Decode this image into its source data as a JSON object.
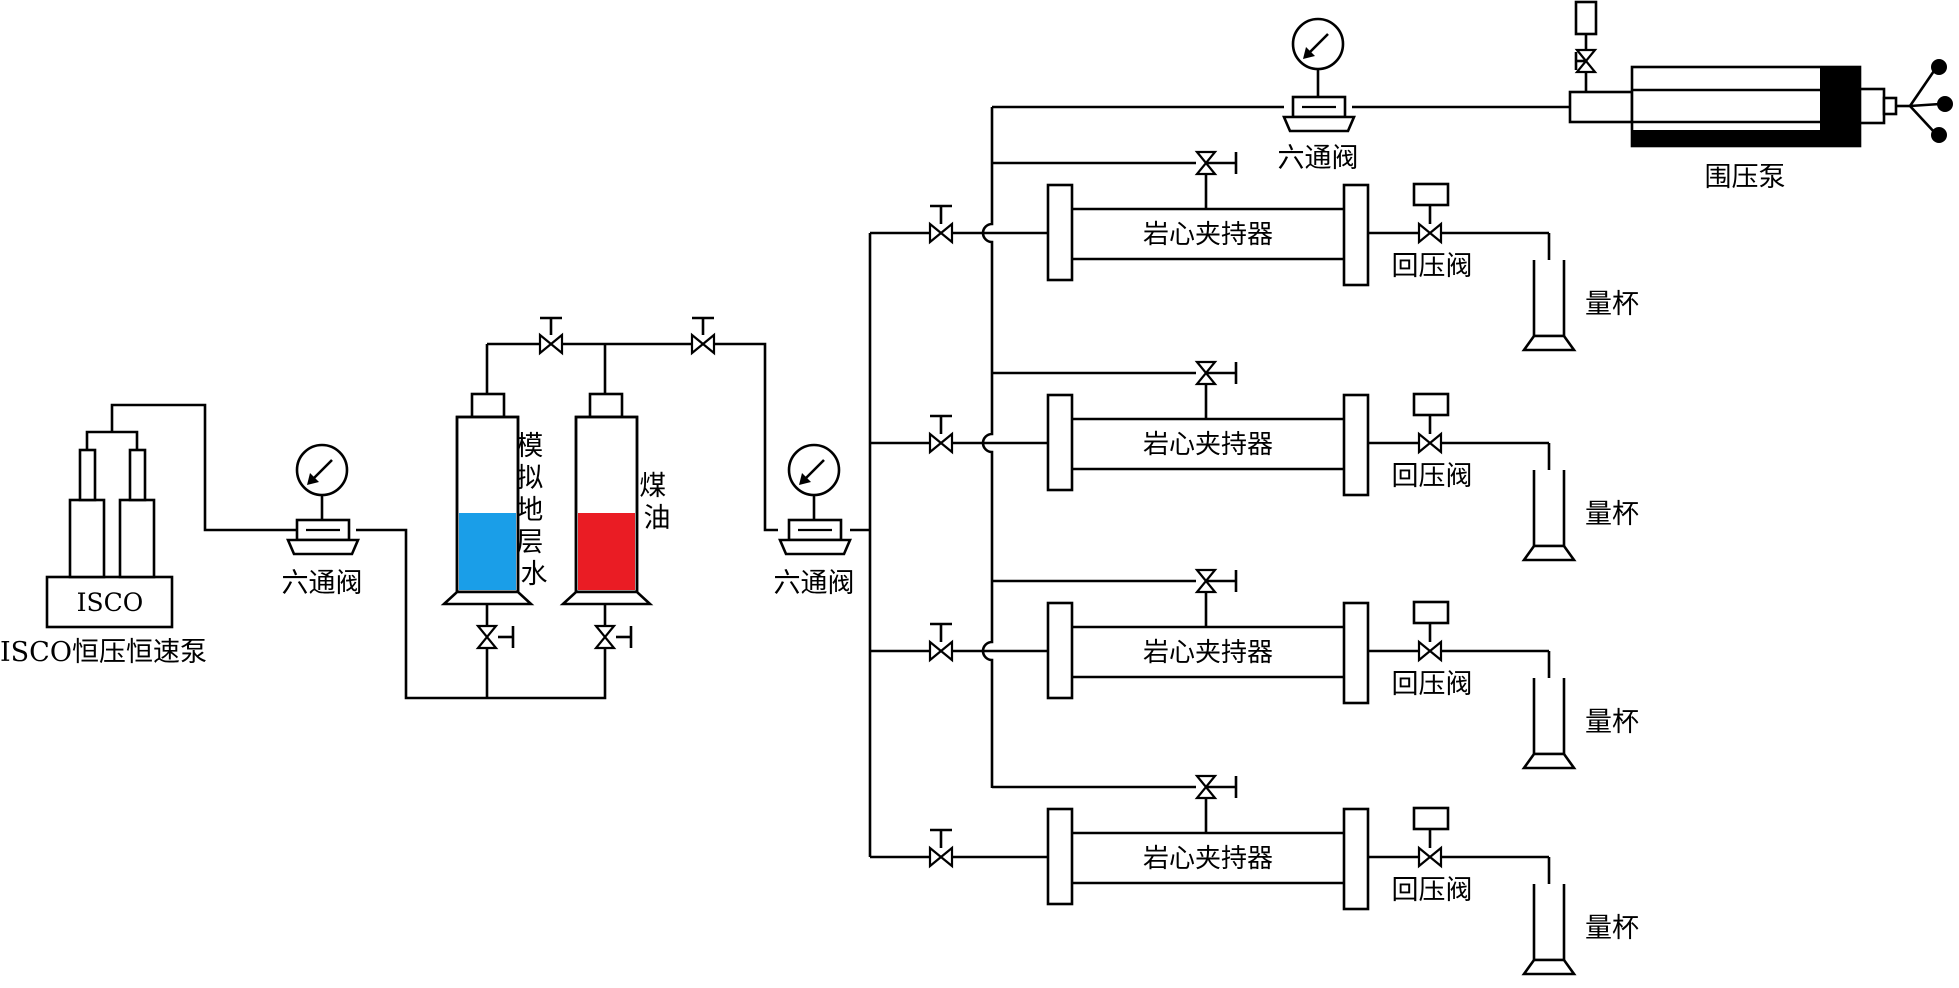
{
  "labels": {
    "isco_box": "ISCO",
    "isco_pump": "ISCO恒压恒速泵",
    "six_way_valve": "六通阀",
    "formation_water": "模拟地层水",
    "kerosene": "煤油",
    "confining_pump": "围压泵",
    "core_holder": "岩心夹持器",
    "back_pressure_valve": "回压阀",
    "measuring_cup": "量杯"
  },
  "colors": {
    "formation_water": "#1a9ee8",
    "kerosene": "#ea1c24",
    "line": "#000000"
  },
  "icons": [
    "pressure-gauge-icon",
    "needle-valve-icon",
    "six-way-valve-icon",
    "measuring-cup-icon"
  ]
}
